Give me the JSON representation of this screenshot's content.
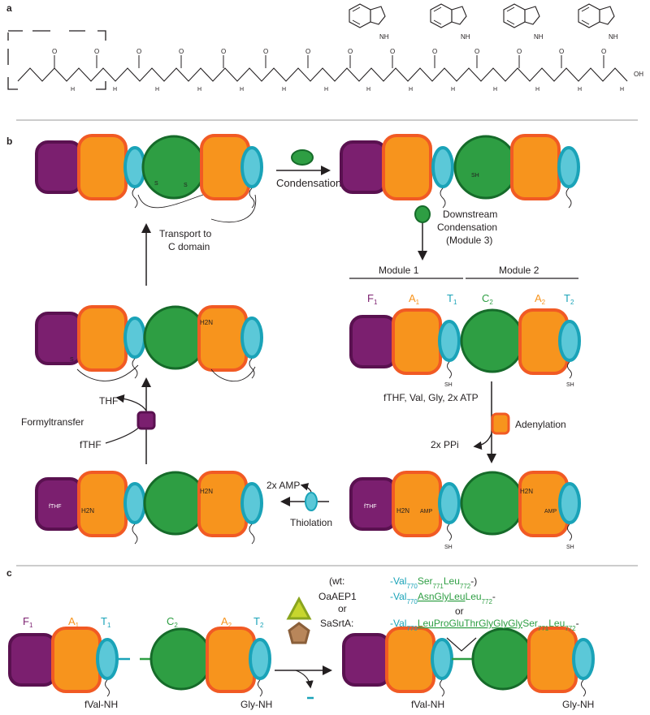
{
  "panels": {
    "a": "a",
    "b": "b",
    "c": "c"
  },
  "colors": {
    "purple": "#7b1f6f",
    "purple_stroke": "#5a1150",
    "orange": "#f7941d",
    "orange_stroke": "#f15a24",
    "cyan": "#5bc8d8",
    "cyan_stroke": "#1aa3b8",
    "green": "#2e9e43",
    "green_stroke": "#166b2a",
    "divider": "#999999"
  },
  "panel_a": {
    "nh": "NH",
    "oh": "OH",
    "h": "H",
    "o": "O"
  },
  "panel_b": {
    "condensation": "Condensation",
    "downstream": [
      "Downstream",
      "Condensation",
      "(Module 3)"
    ],
    "transport": [
      "Transport to",
      "C domain"
    ],
    "module1": "Module 1",
    "module2": "Module 2",
    "domains": [
      {
        "letter": "F",
        "sub": "1"
      },
      {
        "letter": "A",
        "sub": "1"
      },
      {
        "letter": "T",
        "sub": "1"
      },
      {
        "letter": "C",
        "sub": "2"
      },
      {
        "letter": "A",
        "sub": "2"
      },
      {
        "letter": "T",
        "sub": "2"
      }
    ],
    "sh": "SH",
    "s": "S",
    "h2n": "H2N",
    "amp": "AMP",
    "fthf_label": "fTHF",
    "substrates": "fTHF, Val, Gly, 2x ATP",
    "adenylation": "Adenylation",
    "ppi": "2x PPi",
    "amp2": "2x AMP",
    "thiolation": "Thiolation",
    "thf": "THF",
    "formyltransfer": "Formyltransfer",
    "fthf": "fTHF"
  },
  "panel_c": {
    "wt_prefix": "(wt:",
    "wt_seq": [
      {
        "t": "-Val",
        "c": "cyan"
      },
      {
        "t": "770",
        "c": "cyan",
        "sub": true
      },
      {
        "t": "Ser",
        "c": "green"
      },
      {
        "t": "771",
        "c": "green",
        "sub": true
      },
      {
        "t": "Leu",
        "c": "green"
      },
      {
        "t": "772",
        "c": "green",
        "sub": true
      },
      {
        "t": "-)",
        "c": "black"
      }
    ],
    "oaaep1": "OaAEP1",
    "or1": "or",
    "or2": "or",
    "sasrta": "SaSrtA:",
    "oa_seq": [
      {
        "t": "-Val",
        "c": "cyan"
      },
      {
        "t": "770",
        "c": "cyan",
        "sub": true
      },
      {
        "t": "AsnGlyLeu",
        "c": "green",
        "u": true
      },
      {
        "t": "Leu",
        "c": "green"
      },
      {
        "t": "772",
        "c": "green",
        "sub": true
      },
      {
        "t": "-",
        "c": "black"
      }
    ],
    "sa_seq": [
      {
        "t": "-Val",
        "c": "cyan"
      },
      {
        "t": "770",
        "c": "cyan",
        "sub": true
      },
      {
        "t": "LeuProGluThrGlyGlyGly",
        "c": "green",
        "u": true
      },
      {
        "t": "Ser",
        "c": "green"
      },
      {
        "t": "771",
        "c": "green",
        "sub": true
      },
      {
        "t": "Leu",
        "c": "green"
      },
      {
        "t": "772",
        "c": "green",
        "sub": true
      },
      {
        "t": "-",
        "c": "black"
      }
    ],
    "fval_nh": "fVal-NH",
    "gly_nh": "Gly-NH"
  }
}
